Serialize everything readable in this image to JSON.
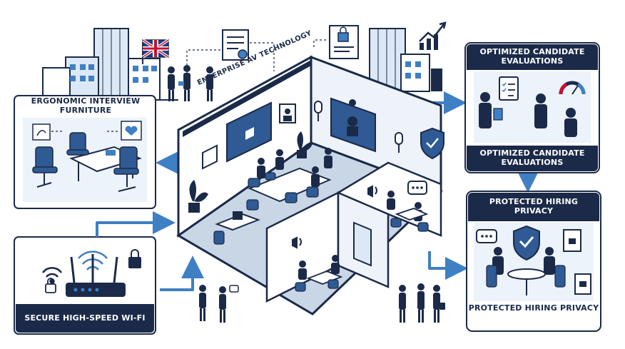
{
  "labels": {
    "furniture": "ERGONOMIC INTERVIEW FURNITURE",
    "wifi": "SECURE HIGH-SPEED WI-FI",
    "av_tech": "ENTERPRISE AV TECHNOLOGY",
    "eval_top": "OPTIMIZED CANDIDATE EVALUATIONS",
    "eval_bottom": "OPTIMIZED CANDIDATE EVALUATIONS",
    "privacy_top": "PROTECTED HIRING PRIVACY",
    "privacy_bottom": "PROTECTED HIRING PRIVACY"
  },
  "colors": {
    "navy": "#1b2a49",
    "accent_blue": "#3f7fc4",
    "light_blue": "#dce8f5",
    "flag_red": "#c8102e"
  },
  "icons": [
    "wifi-icon",
    "router-icon",
    "lock-icon",
    "shield-check-icon",
    "microphone-icon",
    "camera-icon",
    "chat-bubble-icon",
    "gauge-icon",
    "clipboard-icon",
    "document-icon",
    "uk-flag-icon"
  ]
}
